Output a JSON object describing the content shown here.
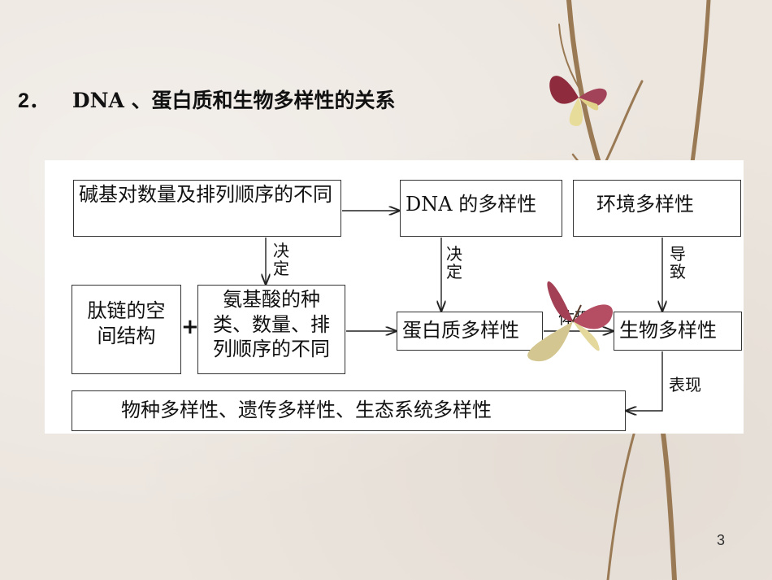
{
  "slide": {
    "title_number": "2．",
    "title_text": "DNA 、蛋白质和生物多样性的关系",
    "page_number": "3"
  },
  "diagram": {
    "box_base_pairs": "碱基对数量及排列顺序的不同",
    "box_dna_diversity": "DNA 的多样性",
    "box_environment": "环境多样性",
    "box_peptide_structure": "肽链的空间结构",
    "plus_sign": "+",
    "box_amino_acids": "氨基酸的种类、数量、排列顺序的不同",
    "box_protein_diversity": "蛋白质多样性",
    "box_biodiversity": "生物多样性",
    "box_levels": "物种多样性、遗传多样性、生态系统多样性",
    "label_decide_1": "决定",
    "label_decide_2": "决定",
    "label_lead_to": "导致",
    "label_embody": "体现",
    "label_manifest": "表现"
  },
  "colors": {
    "background": "#ece6df",
    "panel": "#ffffff",
    "ink": "#111111"
  }
}
